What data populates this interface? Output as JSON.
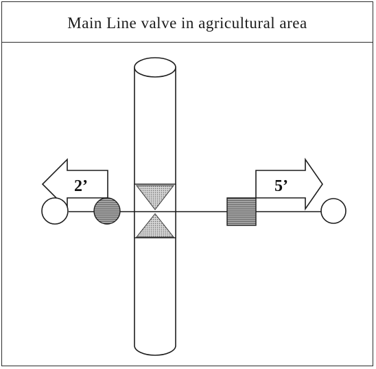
{
  "title": "Main Line valve in agricultural area",
  "left_arrow": {
    "label": "2’"
  },
  "right_arrow": {
    "label": "5’"
  }
}
